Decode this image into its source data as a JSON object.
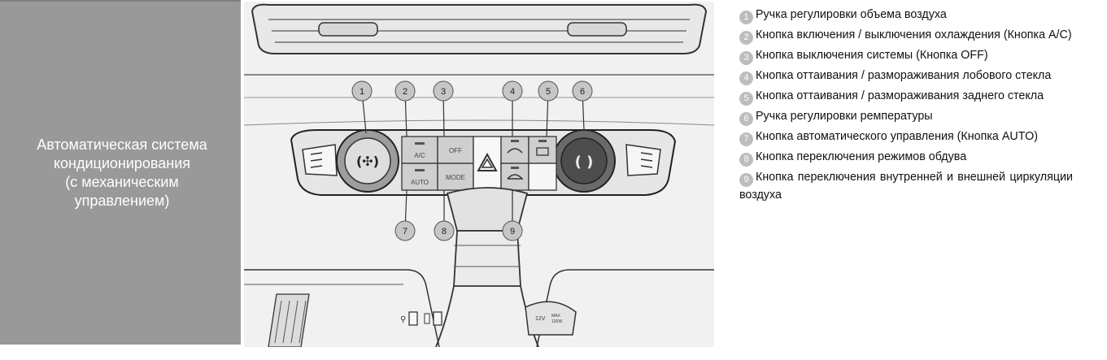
{
  "left_panel": {
    "title_lines": [
      "Автоматическая система",
      "кондиционирования",
      "(с механическим",
      "управлением)"
    ]
  },
  "illustration": {
    "callouts": [
      "1",
      "2",
      "3",
      "4",
      "5",
      "6",
      "7",
      "8",
      "9"
    ],
    "button_labels": {
      "ac": "A/C",
      "off": "OFF",
      "auto": "AUTO",
      "mode": "MODE",
      "socket_voltage": "12V",
      "socket_rating": "MAX\n120W"
    }
  },
  "legend": {
    "items": [
      {
        "num": "1",
        "text": "Ручка регулировки объема воздуха"
      },
      {
        "num": "2",
        "text": "Кнопка включения / выключения охлаждения (Кнопка A/C)"
      },
      {
        "num": "3",
        "text": "Кнопка выключения системы (Кнопка OFF)"
      },
      {
        "num": "4",
        "text": "Кнопка оттаивания / размораживания лобового стекла"
      },
      {
        "num": "5",
        "text": "Кнопка оттаивания / размораживания заднего стекла"
      },
      {
        "num": "6",
        "text": "Ручка регулировки ремпературы"
      },
      {
        "num": "7",
        "text": "Кнопка автоматического управления (Кнопка AUTO)"
      },
      {
        "num": "8",
        "text": "Кнопка переключения режимов обдува"
      },
      {
        "num": "9",
        "text": "Кнопка переключения внутренней и внешней циркуляции воздуха"
      }
    ]
  },
  "colors": {
    "left_panel_bg": "#999999",
    "badge_bg": "#bdbdbd",
    "illustration_bg": "#f1f1f1"
  }
}
